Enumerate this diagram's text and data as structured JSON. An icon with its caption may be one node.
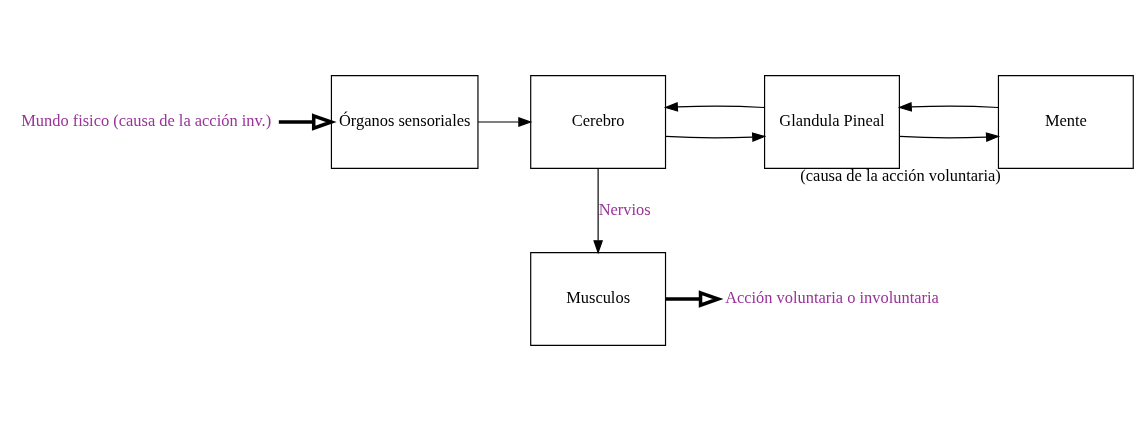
{
  "diagram": {
    "nodes": [
      {
        "text": [
          "Mundo fisico (causa de la acción inv.)"
        ]
      },
      {
        "text": [
          "Órganos sensoriales"
        ]
      },
      {
        "text": [
          "Cerebro"
        ]
      },
      {
        "text": [
          "Glandula Pineal"
        ]
      },
      {
        "text": [
          "Mente"
        ],
        "beside": [
          "(causa de la acción voluntaria)"
        ]
      },
      {
        "text": [
          "Musculos"
        ]
      },
      {
        "text": [
          "Acción voluntaria o involuntaria"
        ]
      }
    ],
    "edges": [
      {
        "from": 0,
        "to": 1,
        "arrow": "to",
        "style": "thick"
      },
      {
        "from": 1,
        "to": 2,
        "arrow": "to"
      },
      {
        "from": 2,
        "to": 3,
        "arrow": "to"
      },
      {
        "from": 3,
        "to": 2,
        "arrow": "to"
      },
      {
        "from": 3,
        "to": 4,
        "arrow": "to"
      },
      {
        "from": 4,
        "to": 3,
        "arrow": "to"
      },
      {
        "from": 2,
        "to": 5,
        "arrow": "to",
        "label": "Nervios"
      },
      {
        "from": 5,
        "to": 6,
        "arrow": "to",
        "style": "thick"
      }
    ]
  }
}
